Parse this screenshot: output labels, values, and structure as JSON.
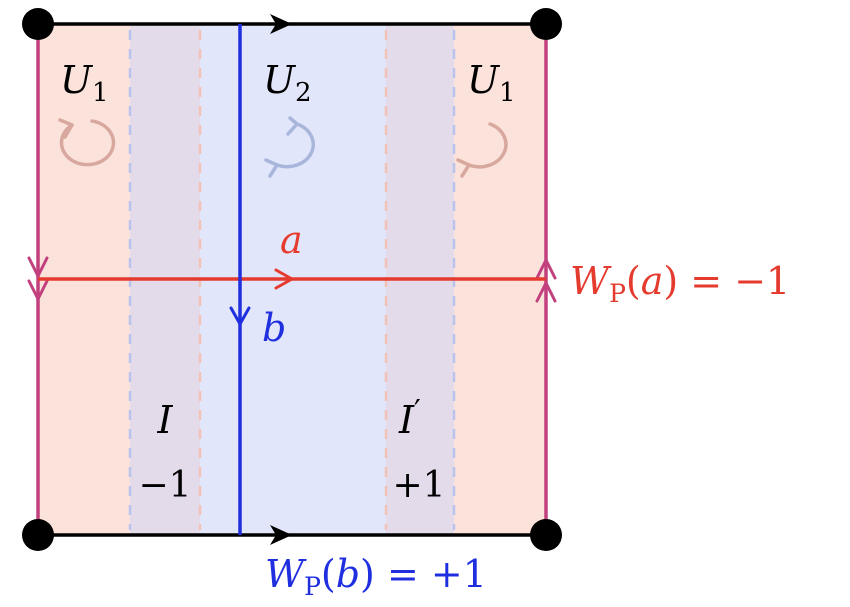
{
  "regions": {
    "u1_left": {
      "symbol": "U",
      "subscript": "1"
    },
    "u2": {
      "symbol": "U",
      "subscript": "2"
    },
    "u1_right": {
      "symbol": "U",
      "subscript": "1"
    },
    "interval_i": {
      "symbol": "I",
      "value": "−1"
    },
    "interval_i_prime": {
      "symbol": "I",
      "prime": "′",
      "value": "+1"
    }
  },
  "cycles": {
    "a": {
      "label": "a"
    },
    "b": {
      "label": "b"
    }
  },
  "wilson_a": {
    "w": "W",
    "sub": "P",
    "open": "(",
    "arg": "a",
    "close": ")",
    "rhs": " = −1"
  },
  "wilson_b": {
    "w": "W",
    "sub": "P",
    "open": "(",
    "arg": "b",
    "close": ")",
    "rhs": " = +1"
  },
  "colors": {
    "u1_fill": "#fbe3dc",
    "u2_fill": "#e2e6fa",
    "overlap_fill": "#e4dbea",
    "edge_black": "#000000",
    "edge_magenta": "#c2407d",
    "cycle_a": "#e53a2e",
    "cycle_b": "#1f2fe0",
    "u1_rotation": "#d8a89e",
    "u2_rotation": "#a9b6dc"
  }
}
